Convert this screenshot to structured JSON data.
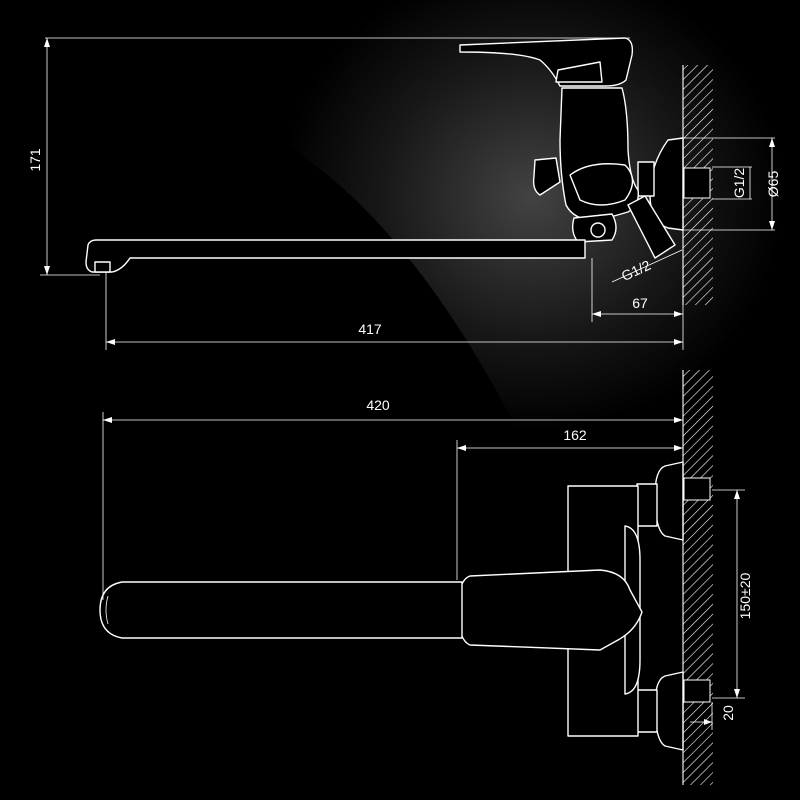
{
  "colors": {
    "background": "#000000",
    "line": "#ffffff",
    "highlight": "#3a3a3a"
  },
  "dimensions": {
    "height_total": "171",
    "thread_side": "G1/2",
    "flange_diameter": "Ø65",
    "thread_inlet": "G1/2",
    "inlet_offset": "67",
    "spout_reach_side": "417",
    "spout_reach_top": "420",
    "body_depth": "162",
    "center_distance": "150±20",
    "inlet_depth": "20"
  }
}
